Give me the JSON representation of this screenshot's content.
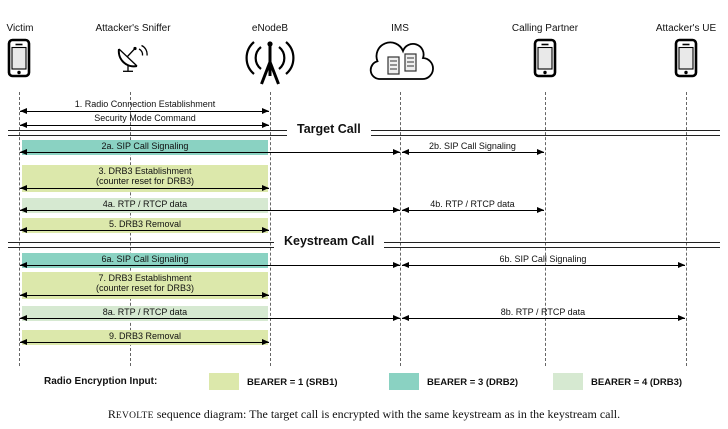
{
  "actors": [
    {
      "name": "Victim"
    },
    {
      "name": "Attacker's Sniffer"
    },
    {
      "name": "eNodeB"
    },
    {
      "name": "IMS"
    },
    {
      "name": "Calling Partner"
    },
    {
      "name": "Attacker's UE"
    }
  ],
  "sections": {
    "target": "Target Call",
    "keystream": "Keystream Call"
  },
  "messages": {
    "m1a": "1. Radio Connection Establishment",
    "m1b": "Security Mode Command",
    "m2a": "2a. SIP Call Signaling",
    "m2b": "2b. SIP Call Signaling",
    "m3": "3. DRB3 Establishment",
    "m3sub": "(counter reset for DRB3)",
    "m4a": "4a. RTP / RTCP data",
    "m4b": "4b. RTP / RTCP data",
    "m5": "5. DRB3 Removal",
    "m6a": "6a. SIP Call Signaling",
    "m6b": "6b. SIP Call Signaling",
    "m7": "7. DRB3 Establishment",
    "m7sub": "(counter reset for DRB3)",
    "m8a": "8a. RTP / RTCP data",
    "m8b": "8b. RTP / RTCP data",
    "m9": "9. DRB3 Removal"
  },
  "legend": {
    "title": "Radio Encryption Input:",
    "items": [
      {
        "label": "BEARER = 1 (SRB1)",
        "color": "#dce8ab"
      },
      {
        "label": "BEARER = 3 (DRB2)",
        "color": "#8ad2c2"
      },
      {
        "label": "BEARER = 4 (DRB3)",
        "color": "#d6e9d1"
      }
    ]
  },
  "caption": {
    "prefix": "R",
    "smallcaps": "EVOLTE",
    "rest": " sequence diagram: The target call is encrypted with the same keystream as in the keystream call."
  }
}
